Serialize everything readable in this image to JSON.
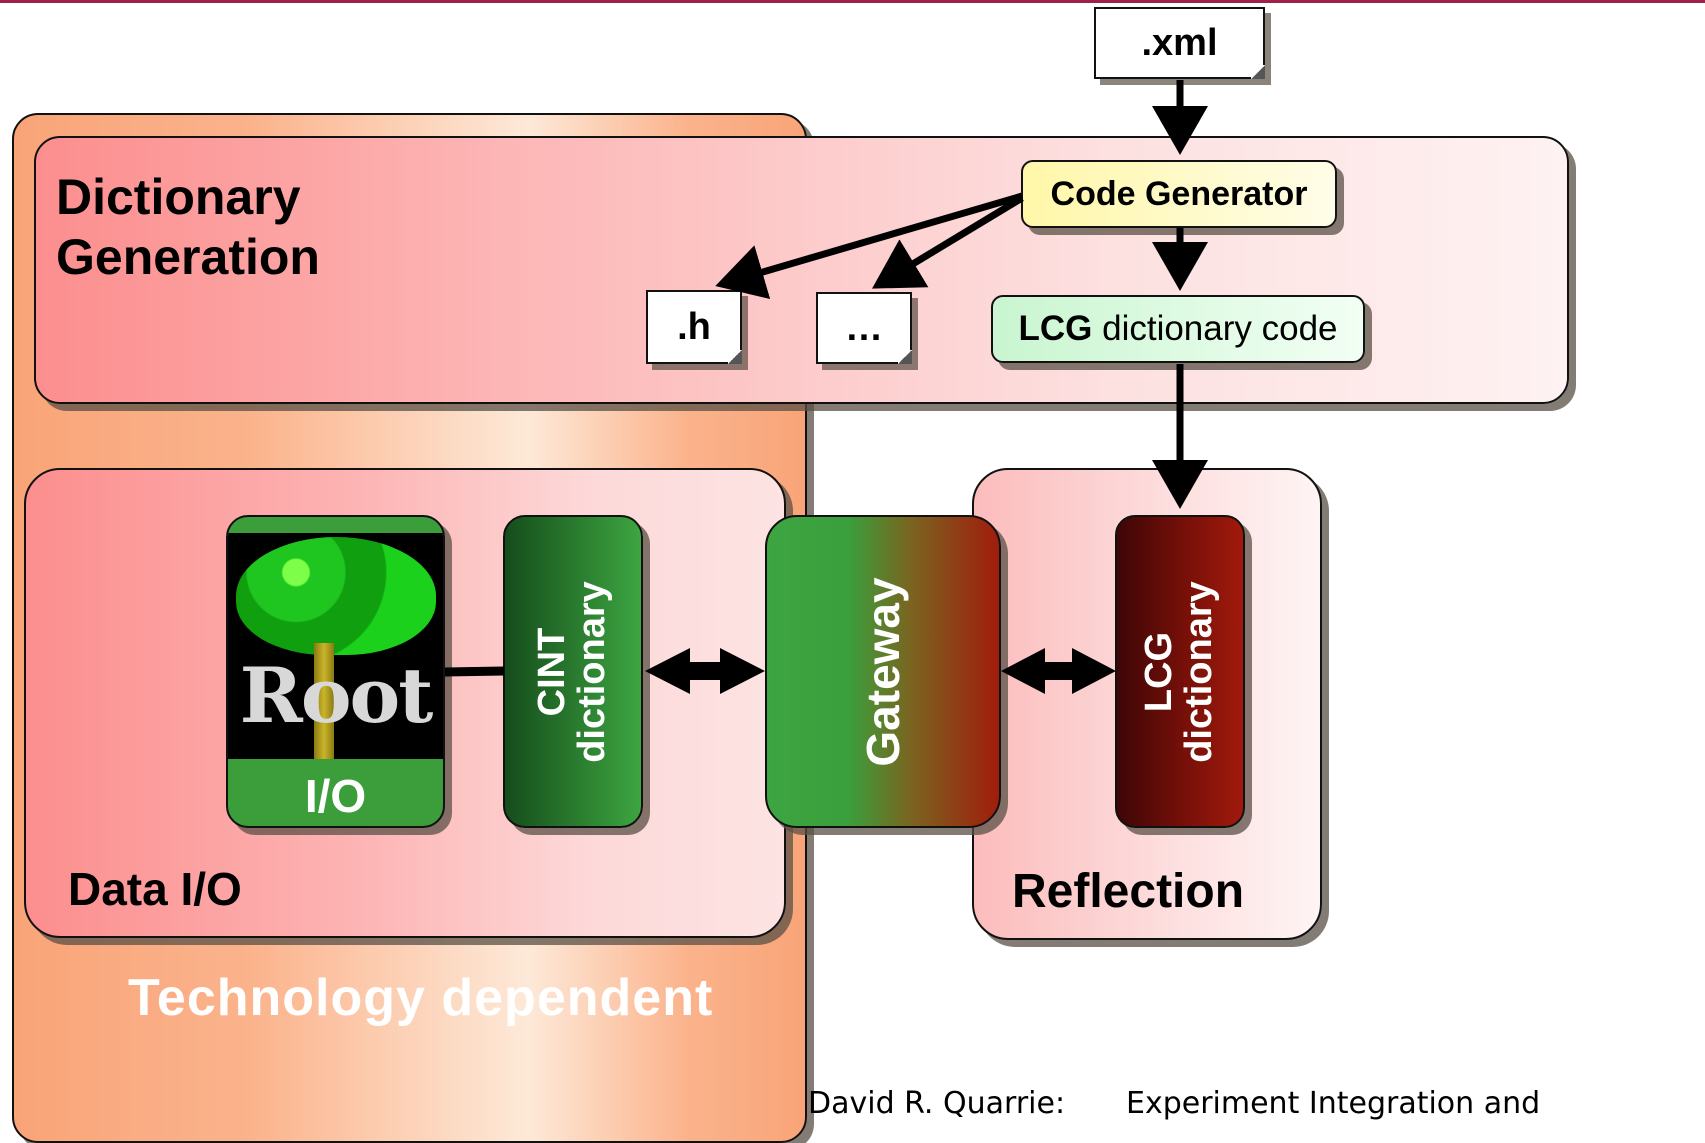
{
  "header": {
    "accent_color": "#a0204a"
  },
  "regions": {
    "technology_dependent": {
      "label": "Technology dependent",
      "color": "#f9a478"
    },
    "dictionary_generation": {
      "label_line1": "Dictionary",
      "label_line2": "Generation"
    },
    "data_io": {
      "label": "Data I/O"
    },
    "reflection": {
      "label": "Reflection"
    }
  },
  "files": {
    "xml": ".xml",
    "h": ".h",
    "other": "…"
  },
  "nodes": {
    "code_generator": "Code Generator",
    "lcg_code_bold": "LCG",
    "lcg_code_rest": " dictionary code",
    "root_logo_text": "Root",
    "root_io": "I/O",
    "cint_line1": "CINT",
    "cint_line2": "dictionary",
    "gateway": "Gateway",
    "lcg_line1": "LCG",
    "lcg_line2": "dictionary"
  },
  "footer": {
    "author": "David R. Quarrie:",
    "title": "Experiment Integration and"
  }
}
